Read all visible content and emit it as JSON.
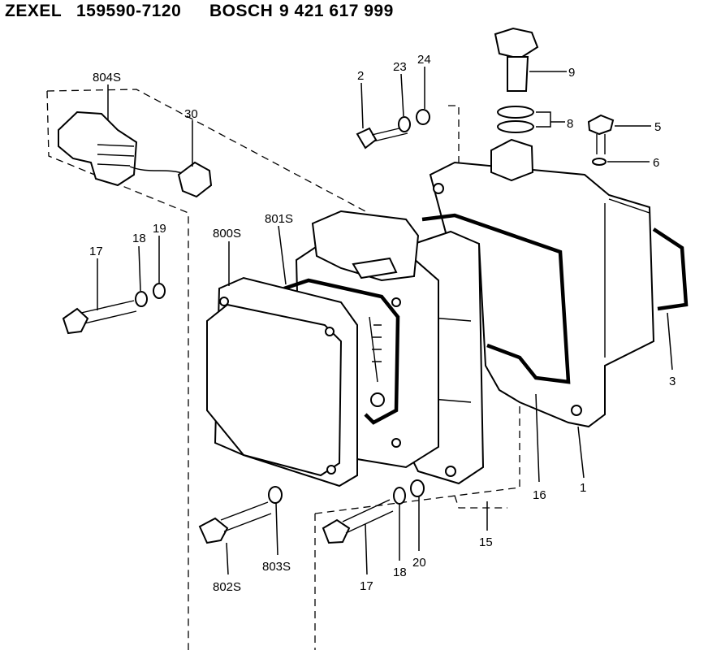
{
  "header": {
    "brand1": "ZEXEL",
    "part1": "159590-7120",
    "brand2": "BOSCH",
    "part2": "9 421 617 999"
  },
  "callouts": {
    "c804s": "804S",
    "c30": "30",
    "c2": "2",
    "c23": "23",
    "c24": "24",
    "c9": "9",
    "c8": "8",
    "c5": "5",
    "c6": "6",
    "c17a": "17",
    "c18a": "18",
    "c19": "19",
    "c800s": "800S",
    "c801s": "801S",
    "c3": "3",
    "c16": "16",
    "c1": "1",
    "c15": "15",
    "c802s": "802S",
    "c803s": "803S",
    "c17b": "17",
    "c18b": "18",
    "c20": "20"
  }
}
